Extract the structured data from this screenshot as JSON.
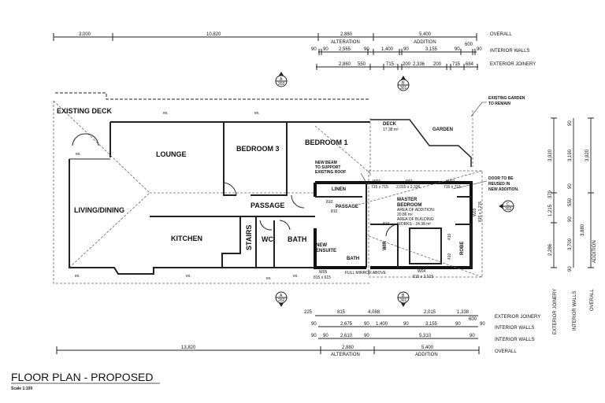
{
  "title": "FLOOR PLAN - PROPOSED",
  "scale": "Scale 1:100",
  "top_dims": {
    "overall": {
      "label": "OVERALL",
      "values": [
        "3,000",
        "10,820",
        "2,880",
        "5,400"
      ],
      "zones": [
        "ALTERATION",
        "ADDITION"
      ]
    },
    "interior_walls": {
      "label": "INTERIOR WALLS",
      "values": [
        "90",
        "90",
        "2,565",
        "90",
        "1,400",
        "90",
        "3,155",
        "90",
        "600",
        "90"
      ]
    },
    "exterior_joinery": {
      "label": "EXTERIOR JOINERY",
      "values": [
        "2,860",
        "550",
        "715",
        "200",
        "2,336",
        "200",
        "715",
        "684"
      ]
    }
  },
  "bottom_dims": {
    "exterior_joinery": {
      "label": "EXTERIOR JOINERY",
      "values": [
        "225",
        "815",
        "4,088",
        "2,015",
        "1,338",
        "600"
      ]
    },
    "interior_walls_1": {
      "label": "INTERIOR WALLS",
      "values": [
        "90",
        "2,675",
        "90",
        "1,400",
        "90",
        "3,155",
        "90",
        "90"
      ]
    },
    "interior_walls_2": {
      "label": "INTERIOR WALLS",
      "values": [
        "90",
        "90",
        "2,610",
        "90",
        "5,310",
        "90"
      ]
    },
    "overall": {
      "label": "OVERALL",
      "values": [
        "13,820",
        "2,880",
        "5,400"
      ],
      "zones": [
        "ALTERATION",
        "ADDITION"
      ]
    }
  },
  "right_dims": {
    "exterior_joinery": {
      "label": "EXTERIOR JOINERY",
      "values": [
        "3,920",
        "379",
        "1,215",
        "2,286"
      ]
    },
    "interior_walls": {
      "label": "INTERIOR WALLS",
      "values": [
        "90",
        "3,190",
        "90",
        "550",
        "90",
        "3,700",
        "90"
      ]
    },
    "overall": {
      "label": "OVERALL",
      "values": [
        "3,920",
        "3,880",
        "ADDITION"
      ]
    }
  },
  "sections": [
    {
      "letter": "A",
      "sheet": "202"
    },
    {
      "letter": "B",
      "sheet": "301"
    },
    {
      "letter": "C",
      "sheet": "302"
    },
    {
      "letter": "A",
      "sheet": "202"
    },
    {
      "letter": "B",
      "sheet": "301"
    }
  ],
  "rooms": {
    "existing_deck": "EXISTING DECK",
    "lounge": "LOUNGE",
    "bedroom3": "BEDROOM 3",
    "bedroom1": "BEDROOM 1",
    "living": "LIVING/DINING",
    "kitchen": "KITCHEN",
    "passage": "PASSAGE",
    "stairs": "STAIRS",
    "wc": "WC",
    "bath": "BATH",
    "linen": "LINEN",
    "passage2": "PASSAGE",
    "master": [
      "MASTER",
      "BEDROOM"
    ],
    "master_area": [
      "AREA OF ADDITION:",
      "20.86 m²",
      "AREA OF BUILDING",
      "WORKS - 24.38 m²"
    ],
    "wir": "WIR",
    "robe": "ROBE",
    "ensuite": [
      "NEW",
      "ENSUITE"
    ],
    "bath2": "BATH",
    "deck": "DECK",
    "deck_area": "17.38 m²",
    "garden": "GARDEN"
  },
  "openings": {
    "w01": [
      "W01",
      "715 x 715"
    ],
    "d01": [
      "D01",
      "2,015 x 2,336"
    ],
    "w02": [
      "W02",
      "715 x 715"
    ],
    "w03": [
      "W03",
      "815 x 1,215"
    ],
    "w04": [
      "W04",
      "815 x 2,015"
    ],
    "w05": [
      "W05",
      "815 x 615"
    ],
    "door_widths": [
      "810",
      "810",
      "810",
      "410",
      "410"
    ]
  },
  "notes": {
    "beam": [
      "NEW BEAM",
      "TO SUPPORT",
      "EXISTING ROOF"
    ],
    "door_reuse": [
      "DOOR TO BE",
      "REUSED IN",
      "NEW ADDITION."
    ],
    "garden": [
      "EXISTING GARDEN",
      "TO REMAIN"
    ],
    "mirror": "FULL MIRROR ABOVE",
    "ex": "ex."
  }
}
